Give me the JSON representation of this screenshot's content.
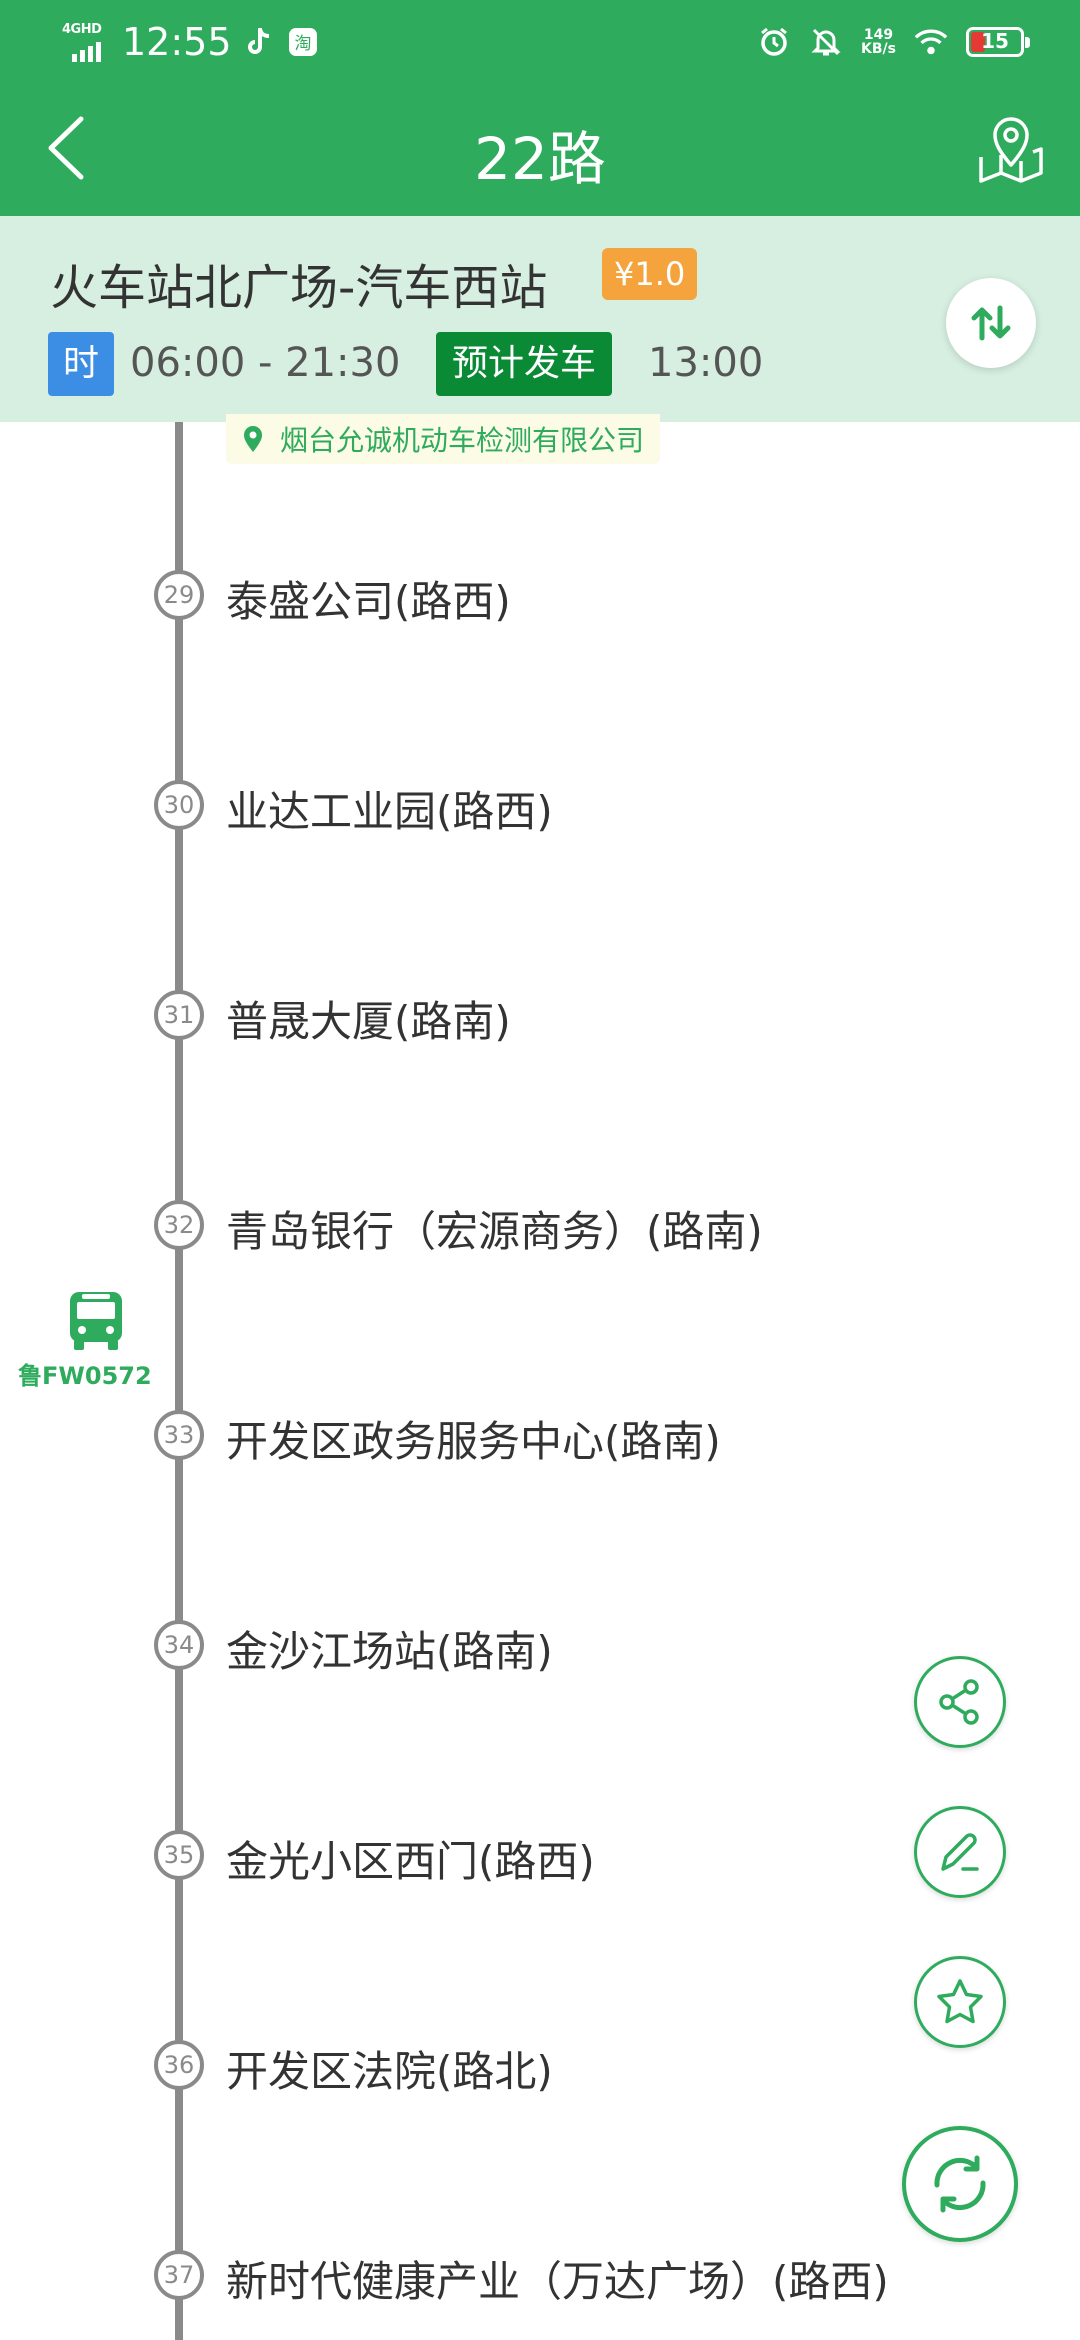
{
  "status_bar": {
    "network": "4GHD",
    "time": "12:55",
    "speed_value": "149",
    "speed_unit": "KB/s",
    "battery": "15"
  },
  "nav": {
    "title": "22路"
  },
  "route": {
    "name": "火车站北广场-汽车西站",
    "fare": "¥1.0",
    "time_tag": "时",
    "hours": "06:00 - 21:30",
    "departure_label": "预计发车",
    "departure_time": "13:00"
  },
  "poi": "烟台允诚机动车检测有限公司",
  "stops": [
    {
      "num": "29",
      "name": "泰盛公司(路西)"
    },
    {
      "num": "30",
      "name": "业达工业园(路西)"
    },
    {
      "num": "31",
      "name": "普晟大厦(路南)"
    },
    {
      "num": "32",
      "name": "青岛银行（宏源商务）(路南)"
    },
    {
      "num": "33",
      "name": "开发区政务服务中心(路南)"
    },
    {
      "num": "34",
      "name": "金沙江场站(路南)"
    },
    {
      "num": "35",
      "name": "金光小区西门(路西)"
    },
    {
      "num": "36",
      "name": "开发区法院(路北)"
    },
    {
      "num": "37",
      "name": "新时代健康产业（万达广场）(路西)"
    }
  ],
  "bus": {
    "plate": "鲁FW0572"
  },
  "colors": {
    "primary": "#2eab5c",
    "header_bg": "#d6efe1",
    "fare": "#f5a33c",
    "departure": "#0b8a36",
    "time_tag": "#3c8ee5"
  },
  "icons": [
    "back-icon",
    "map-icon",
    "swap-icon",
    "bus-icon",
    "share-icon",
    "edit-icon",
    "star-icon",
    "refresh-icon",
    "location-pin-icon"
  ]
}
